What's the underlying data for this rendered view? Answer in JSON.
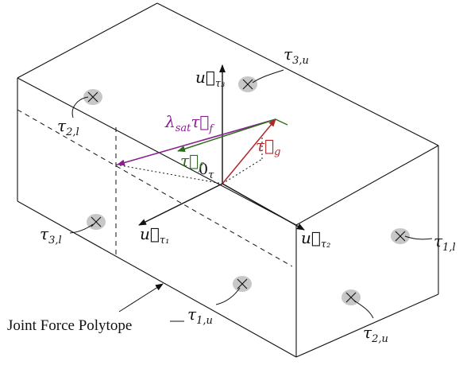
{
  "colors": {
    "edge": "#111111",
    "force_sat": "#8a2090",
    "force_f": "#2f6b1c",
    "force_g": "#b0282a",
    "vertex_marker": "#c7c7c7"
  },
  "labels": {
    "axis_tau3": "u⃗",
    "axis_tau3_sub": "τ₃",
    "axis_tau1": "u⃗",
    "axis_tau1_sub": "τ₁",
    "axis_tau2": "u⃗",
    "axis_tau2_sub": "τ₂",
    "origin": "0",
    "origin_sub": "τ",
    "lambda_prefix": "λ",
    "lambda_sub": "sat",
    "lambda_vec": "τ⃗",
    "lambda_vec_sub": "f",
    "tau_f": "τ⃗",
    "tau_f_sub": "f",
    "tau_g": "τ⃗",
    "tau_g_sub": "g",
    "v3u": "τ",
    "v3u_sub": "3,u",
    "v2l": "τ",
    "v2l_sub": "2,l",
    "v3l": "τ",
    "v3l_sub": "3,l",
    "v1l": "τ",
    "v1l_sub": "1,l",
    "v1u": "τ",
    "v1u_sub": "1,u",
    "v2u": "τ",
    "v2u_sub": "2,u",
    "caption": "Joint Force Polytope"
  }
}
